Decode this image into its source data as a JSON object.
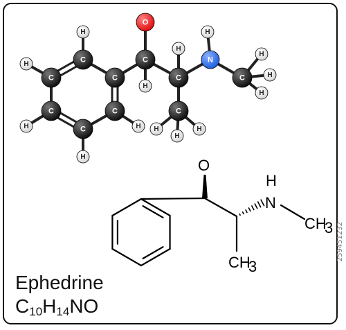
{
  "molecule": {
    "name": "Ephedrine",
    "formula_parts": [
      {
        "t": "C",
        "sub": false
      },
      {
        "t": "10",
        "sub": true
      },
      {
        "t": "H",
        "sub": false
      },
      {
        "t": "14",
        "sub": true
      },
      {
        "t": "NO",
        "sub": false
      }
    ]
  },
  "ball_model": {
    "colors": {
      "carbon": "#111111",
      "hydrogen": "#d8d8d8",
      "oxygen": "#e01010",
      "nitrogen": "#2060e0",
      "bond": "#222222"
    },
    "atom_letters": {
      "carbon": "C",
      "hydrogen": "H",
      "oxygen": "O",
      "nitrogen": "N"
    }
  },
  "structural_formula": {
    "labels": {
      "oxygen": "O",
      "amine_h": "H",
      "nitrogen": "N",
      "methyl_right": "CH",
      "methyl_right_sub": "3",
      "methyl_bottom": "CH",
      "methyl_bottom_sub": "3"
    }
  },
  "watermark_id": "259451232"
}
